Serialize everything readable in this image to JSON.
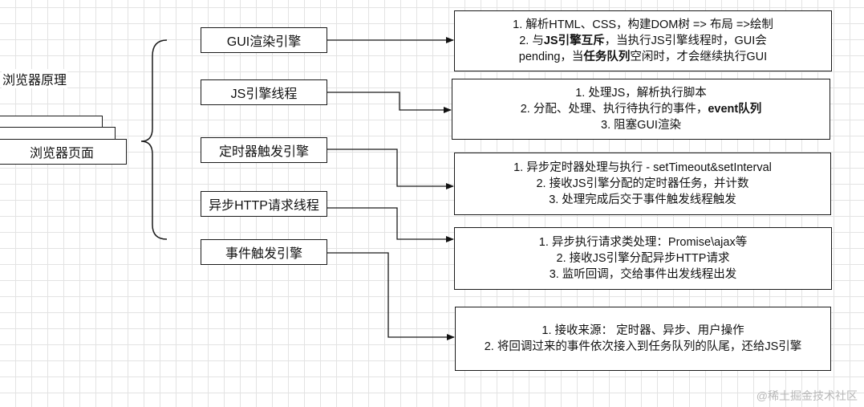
{
  "title": "浏览器原理",
  "root": {
    "label": "浏览器页面"
  },
  "threads": [
    {
      "label": "GUI渲染引擎"
    },
    {
      "label": "JS引擎线程"
    },
    {
      "label": "定时器触发引擎"
    },
    {
      "label": "异步HTTP请求线程"
    },
    {
      "label": "事件触发引擎"
    }
  ],
  "details": [
    {
      "lines": [
        [
          {
            "t": "1. 解析HTML、CSS，构建DOM树 => 布局 =>绘制",
            "b": false
          }
        ],
        [
          {
            "t": "2. 与",
            "b": false
          },
          {
            "t": "JS引擎互斥",
            "b": true
          },
          {
            "t": "，当执行JS引擎线程时，GUI会",
            "b": false
          }
        ],
        [
          {
            "t": "pending，当",
            "b": false
          },
          {
            "t": "任务队列",
            "b": true
          },
          {
            "t": "空闲时，才会继续执行GUI",
            "b": false
          }
        ]
      ]
    },
    {
      "lines": [
        [
          {
            "t": "1. 处理JS，解析执行脚本",
            "b": false
          }
        ],
        [
          {
            "t": "2. 分配、处理、执行待执行的事件，",
            "b": false
          },
          {
            "t": "event队列",
            "b": true
          }
        ],
        [
          {
            "t": "3. 阻塞GUI渲染",
            "b": false
          }
        ]
      ]
    },
    {
      "lines": [
        [
          {
            "t": "1. 异步定时器处理与执行 - setTimeout&setInterval",
            "b": false
          }
        ],
        [
          {
            "t": "2. 接收JS引擎分配的定时器任务，并计数",
            "b": false
          }
        ],
        [
          {
            "t": "3. 处理完成后交于事件触发线程触发",
            "b": false
          }
        ]
      ]
    },
    {
      "lines": [
        [
          {
            "t": "1. 异步执行请求类处理：Promise\\ajax等",
            "b": false
          }
        ],
        [
          {
            "t": "2. 接收JS引擎分配异步HTTP请求",
            "b": false
          }
        ],
        [
          {
            "t": "3. 监听回调，交给事件出发线程出发",
            "b": false
          }
        ]
      ]
    },
    {
      "lines": [
        [
          {
            "t": "1. 接收来源： 定时器、异步、用户操作",
            "b": false
          }
        ],
        [
          {
            "t": "2. 将回调过来的事件依次接入到任务队列的队尾，还给JS引擎",
            "b": false
          }
        ]
      ]
    }
  ],
  "watermark": "@稀土掘金技术社区"
}
